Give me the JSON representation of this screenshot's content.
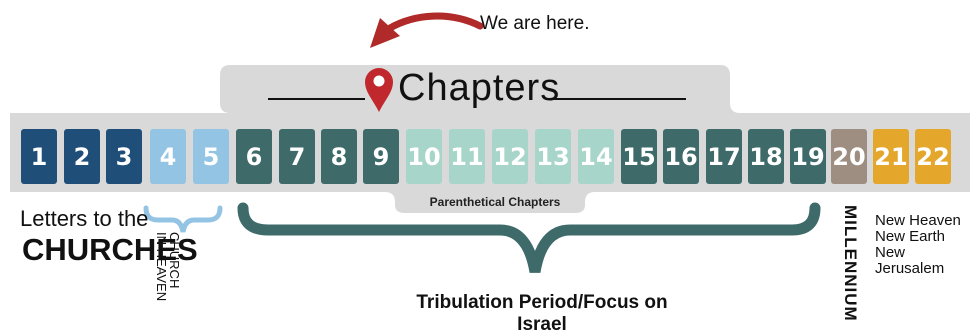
{
  "annotation": {
    "text": "We are here."
  },
  "header": {
    "title": "Chapters"
  },
  "chapters": [
    {
      "num": "1",
      "color": "#1f4e79"
    },
    {
      "num": "2",
      "color": "#1f4e79"
    },
    {
      "num": "3",
      "color": "#1f4e79"
    },
    {
      "num": "4",
      "color": "#93c4e3"
    },
    {
      "num": "5",
      "color": "#93c4e3"
    },
    {
      "num": "6",
      "color": "#3f6a6a"
    },
    {
      "num": "7",
      "color": "#3f6a6a"
    },
    {
      "num": "8",
      "color": "#3f6a6a"
    },
    {
      "num": "9",
      "color": "#3f6a6a"
    },
    {
      "num": "10",
      "color": "#a7d5ca"
    },
    {
      "num": "11",
      "color": "#a7d5ca"
    },
    {
      "num": "12",
      "color": "#a7d5ca"
    },
    {
      "num": "13",
      "color": "#a7d5ca"
    },
    {
      "num": "14",
      "color": "#a7d5ca"
    },
    {
      "num": "15",
      "color": "#3f6a6a"
    },
    {
      "num": "16",
      "color": "#3f6a6a"
    },
    {
      "num": "17",
      "color": "#3f6a6a"
    },
    {
      "num": "18",
      "color": "#3f6a6a"
    },
    {
      "num": "19",
      "color": "#3f6a6a"
    },
    {
      "num": "20",
      "color": "#9e8e82"
    },
    {
      "num": "21",
      "color": "#e4a72b"
    },
    {
      "num": "22",
      "color": "#e4a72b"
    }
  ],
  "labels": {
    "parenthetical": "Parenthetical Chapters",
    "letters_line1": "Letters to the",
    "letters_line2": "CHURCHES",
    "church_line1": "CHURCH",
    "church_line2": "IN HEAVEN",
    "tribulation": "Tribulation Period/Focus on Israel",
    "millennium": "MILLENNIUM",
    "new_heaven": "New Heaven",
    "new_earth": "New Earth",
    "new_jerusalem": "New Jerusalem"
  },
  "colors": {
    "brace_heaven": "#93c4e3",
    "brace_tribulation": "#3f6a6a",
    "pin": "#c0282e",
    "arrow": "#b02a2a",
    "band": "#d9d9d9"
  }
}
